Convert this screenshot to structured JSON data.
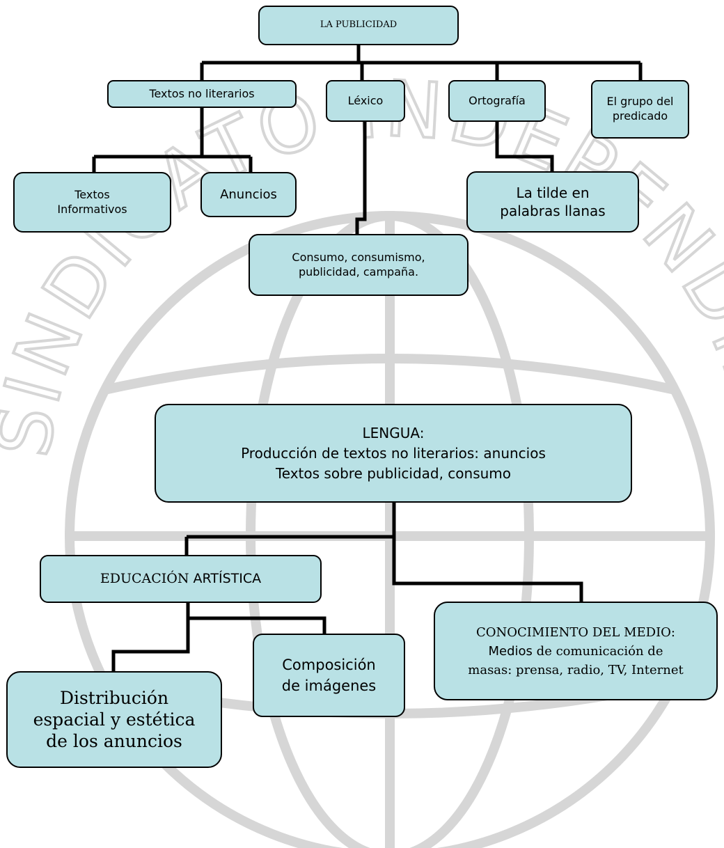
{
  "colors": {
    "node_fill": "#b9e1e5",
    "node_border": "#000000",
    "connector": "#000000",
    "watermark": "#d4d4d4"
  },
  "watermark": {
    "text": "SINDICATO INDEPENDIENTE",
    "symbol": "globe-icon"
  },
  "nodes": {
    "publicidad": {
      "lines": [
        "LA PUBLICIDAD"
      ]
    },
    "textos_no_literarios": {
      "lines": [
        "Textos no literarios"
      ]
    },
    "lexico": {
      "lines": [
        "Léxico"
      ]
    },
    "ortografia": {
      "lines": [
        "Ortografía"
      ]
    },
    "grupo_predicado": {
      "lines": [
        "El grupo del",
        "predicado"
      ]
    },
    "textos_informativos": {
      "lines": [
        "Textos",
        "Informativos"
      ]
    },
    "anuncios": {
      "lines": [
        "Anuncios"
      ]
    },
    "tilde": {
      "lines": [
        "La tilde en",
        "palabras llanas"
      ]
    },
    "consumo": {
      "lines": [
        "Consumo, consumismo,",
        "publicidad, campaña."
      ]
    },
    "lengua": {
      "lines": [
        "LENGUA:",
        "Producción de textos no literarios: anuncios",
        "Textos sobre publicidad, consumo"
      ]
    },
    "educacion": {
      "prefix": "EDUCACIÓN",
      "suffix": "ARTÍSTICA"
    },
    "conocimiento": {
      "line1": "CONOCIMIENTO DEL MEDIO:",
      "line2_word": "Medios",
      "line2_rest": "de comunicación de",
      "line3": "masas: prensa, radio, TV, Internet"
    },
    "composicion": {
      "lines": [
        "Composición",
        "de imágenes"
      ]
    },
    "distribucion": {
      "lines": [
        "Distribución",
        "espacial y estética",
        "de los anuncios"
      ]
    }
  }
}
